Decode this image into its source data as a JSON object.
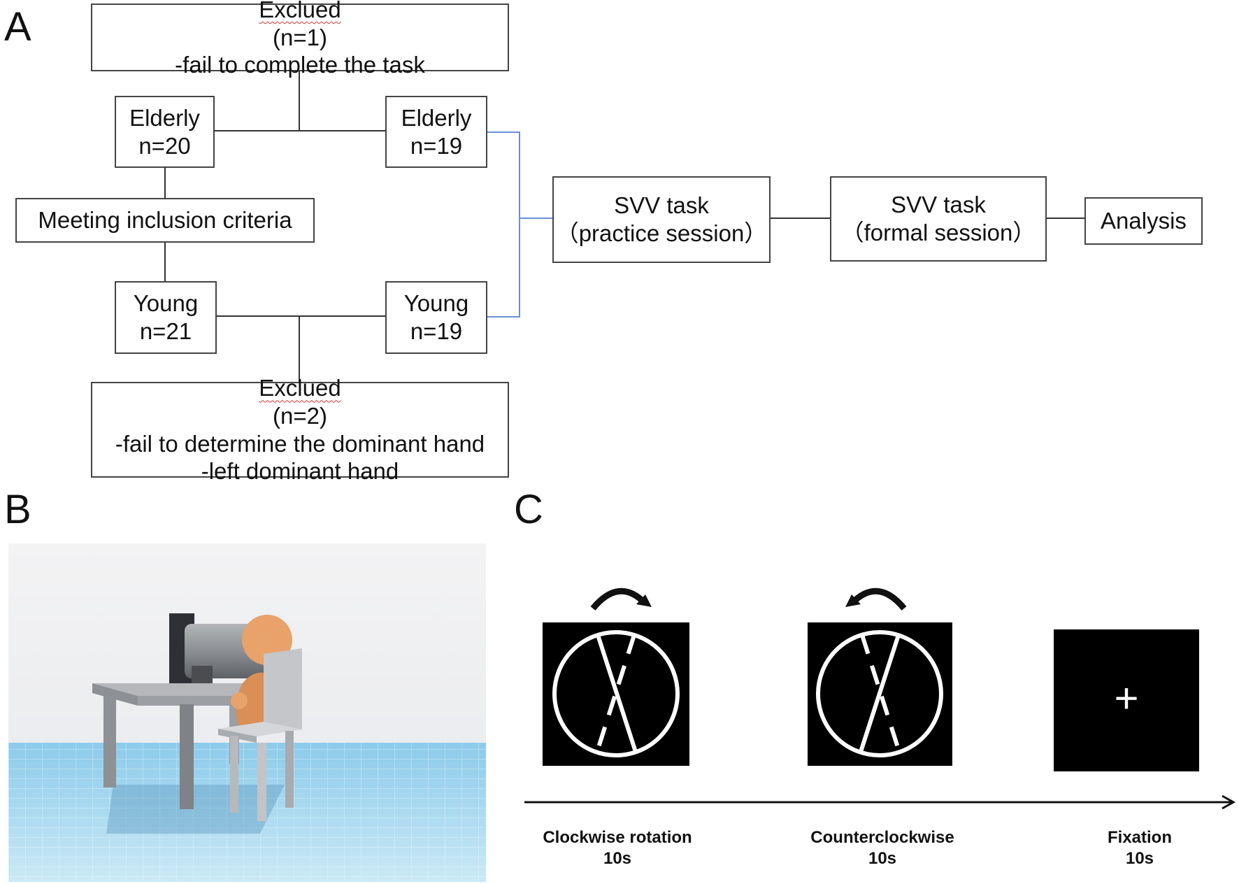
{
  "panels": {
    "a": "A",
    "b": "B",
    "c": "C"
  },
  "flow": {
    "excluded_top": {
      "heading": "Exclued",
      "count": "(n=1)",
      "reasons": [
        "-fail to complete the task"
      ]
    },
    "elderly_initial": {
      "group": "Elderly",
      "n": "n=20"
    },
    "elderly_final": {
      "group": "Elderly",
      "n": "n=19"
    },
    "inclusion": "Meeting inclusion criteria",
    "young_initial": {
      "group": "Young",
      "n": "n=21"
    },
    "young_final": {
      "group": "Young",
      "n": "n=19"
    },
    "excluded_bottom": {
      "heading": "Exclued",
      "count": "(n=2)",
      "reasons": [
        "-fail to determine the dominant hand",
        "-left dominant hand"
      ]
    },
    "svv_practice": {
      "title": "SVV task",
      "sub": "（practice session）"
    },
    "svv_formal": {
      "title": "SVV task",
      "sub": "（formal session）"
    },
    "analysis": "Analysis"
  },
  "timeline": [
    {
      "label": "Clockwise rotation",
      "duration": "10s",
      "rotation": "clockwise-arrow-icon"
    },
    {
      "label": "Counterclockwise",
      "duration": "10s",
      "rotation": "counterclockwise-arrow-icon"
    },
    {
      "label": "Fixation",
      "duration": "10s",
      "symbol": "+"
    }
  ],
  "colors": {
    "connector": "#333333",
    "svv_connector": "#6b8fd6",
    "stimulus_bg": "#000000",
    "stimulus_fg": "#ffffff",
    "floor": "#9fd3ec"
  }
}
